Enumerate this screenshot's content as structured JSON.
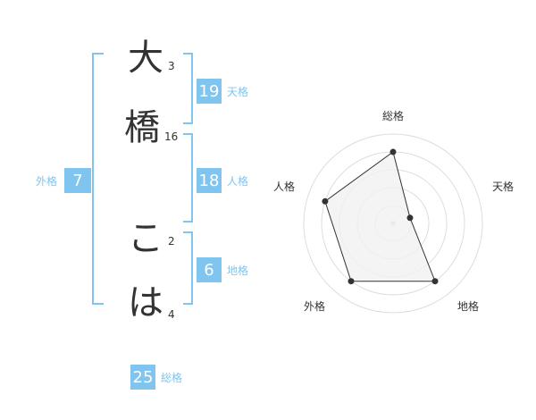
{
  "name": {
    "chars": [
      {
        "char": "大",
        "strokes": "3"
      },
      {
        "char": "橋",
        "strokes": "16"
      },
      {
        "char": "こ",
        "strokes": "2"
      },
      {
        "char": "は",
        "strokes": "4"
      }
    ]
  },
  "kakusu": {
    "tenkaku": {
      "value": "19",
      "label": "天格"
    },
    "jinkaku": {
      "value": "18",
      "label": "人格"
    },
    "chikaku": {
      "value": "6",
      "label": "地格"
    },
    "gaikaku": {
      "value": "7",
      "label": "外格"
    },
    "soukaku": {
      "value": "25",
      "label": "総格"
    }
  },
  "radar": {
    "axes": [
      "総格",
      "天格",
      "地格",
      "外格",
      "人格"
    ],
    "values": [
      0.8,
      0.2,
      0.8,
      0.8,
      0.8
    ],
    "max": 1
  },
  "colors": {
    "accent": "#7fc5f0",
    "text": "#333333",
    "grid": "#dddddd",
    "fill": "#f1f1f1"
  }
}
